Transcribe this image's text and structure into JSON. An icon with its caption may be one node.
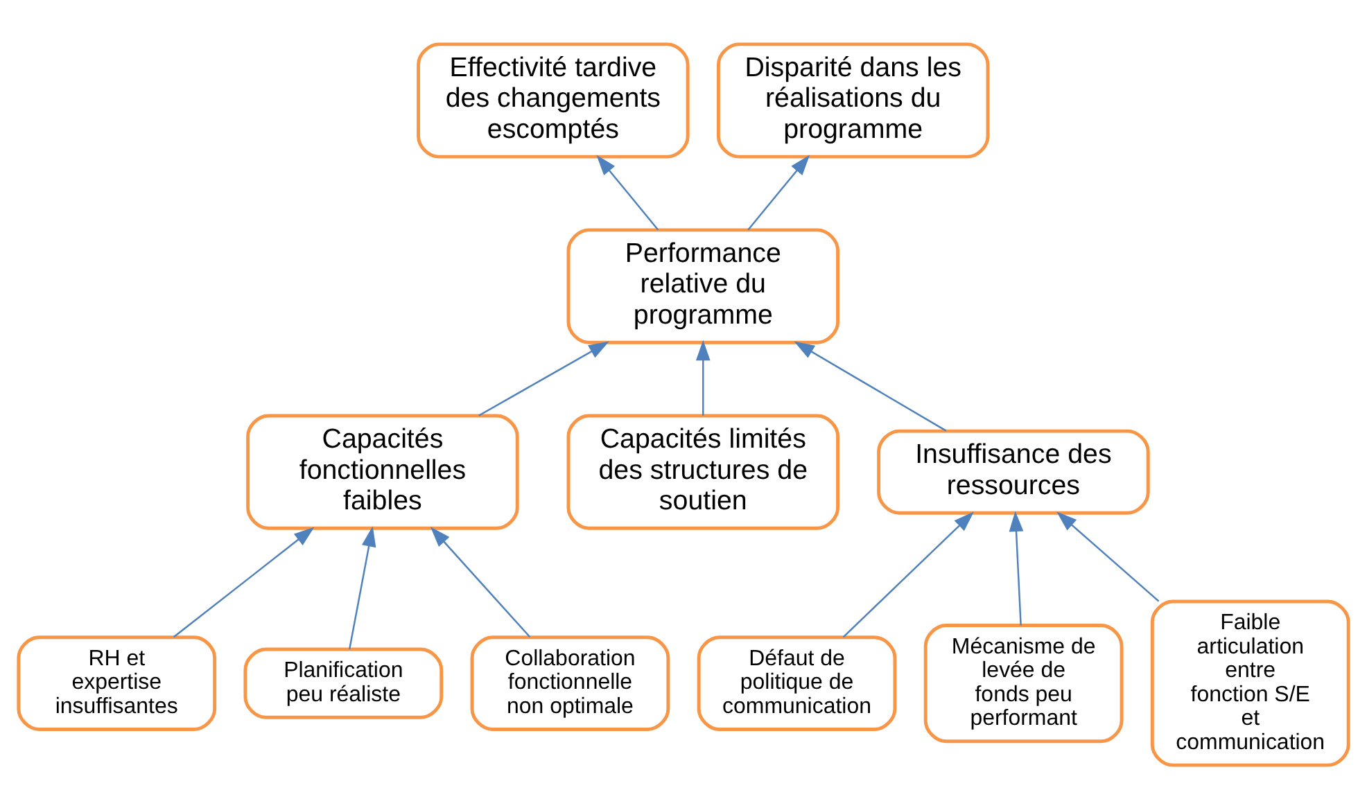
{
  "diagram": {
    "nodes": [
      {
        "text": [
          "Effectivité tardive des changements escomptés"
        ]
      },
      {
        "text": [
          "Disparité dans les réalisations du programme"
        ]
      },
      {
        "text": [
          "Performance relative du programme"
        ]
      },
      {
        "text": [
          "Capacités fonctionnelles faibles"
        ]
      },
      {
        "text": [
          "Capacités limités des structures de soutien"
        ]
      },
      {
        "text": [
          "Insuffisance des ressources"
        ]
      },
      {
        "text": [
          "RH et expertise insuffisantes"
        ]
      },
      {
        "text": [
          "Planification peu réaliste"
        ]
      },
      {
        "text": [
          "Collaboration fonctionnelle non optimale"
        ]
      },
      {
        "text": [
          "Défaut de politique de communication"
        ]
      },
      {
        "text": [
          "Mécanisme de levée de fonds peu performant"
        ]
      },
      {
        "text": [
          "Faible articulation entre fonction S/E et communication"
        ]
      }
    ],
    "edges": [
      {
        "from": 2,
        "to": 0,
        "arrow": "to"
      },
      {
        "from": 2,
        "to": 1,
        "arrow": "to"
      },
      {
        "from": 3,
        "to": 2,
        "arrow": "to"
      },
      {
        "from": 4,
        "to": 2,
        "arrow": "to"
      },
      {
        "from": 5,
        "to": 2,
        "arrow": "to"
      },
      {
        "from": 6,
        "to": 3,
        "arrow": "to"
      },
      {
        "from": 7,
        "to": 3,
        "arrow": "to"
      },
      {
        "from": 8,
        "to": 3,
        "arrow": "to"
      },
      {
        "from": 9,
        "to": 5,
        "arrow": "to"
      },
      {
        "from": 10,
        "to": 5,
        "arrow": "to"
      },
      {
        "from": 11,
        "to": 5,
        "arrow": "to"
      }
    ]
  }
}
